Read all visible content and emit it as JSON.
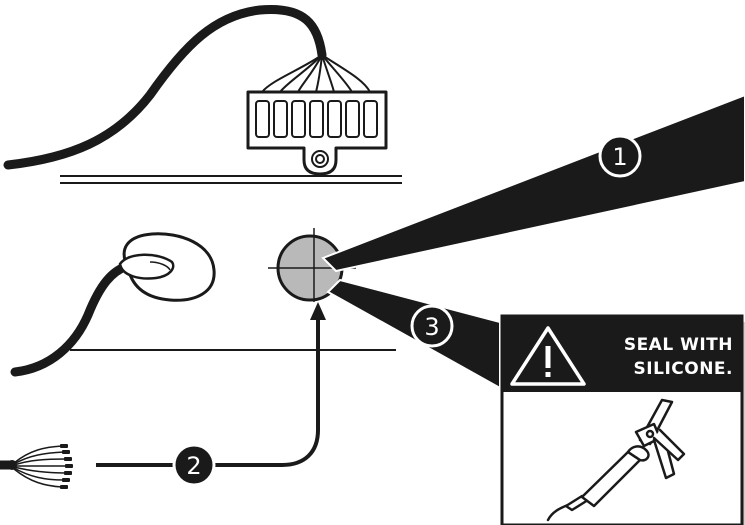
{
  "callouts": {
    "one": "1",
    "two": "2",
    "three": "3"
  },
  "warning_panel": {
    "line1": "SEAL WITH",
    "line2": "SILICONE.",
    "icon": "warning-triangle-icon",
    "tool": "caulking-gun-icon"
  },
  "colors": {
    "ink": "#1a1a1a",
    "hole_fill": "#b9b9b9",
    "paper": "#ffffff"
  }
}
